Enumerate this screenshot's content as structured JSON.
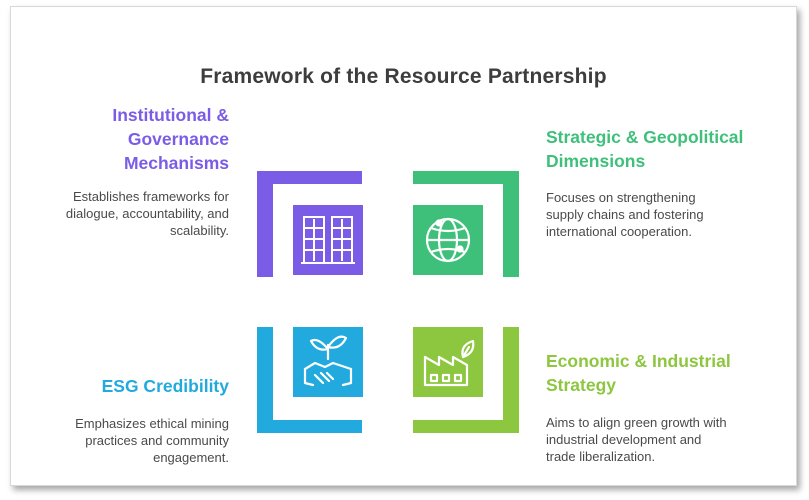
{
  "title": "Framework of the Resource Partnership",
  "quadrants": {
    "institutional": {
      "heading_lines": [
        "Institutional &",
        "Governance",
        "Mechanisms"
      ],
      "description_lines": [
        "Establishes frameworks for",
        "dialogue, accountability, and",
        "scalability."
      ],
      "color": "#7b5ce6",
      "icon": "building-icon"
    },
    "strategic": {
      "heading_lines": [
        "Strategic & Geopolitical",
        "Dimensions"
      ],
      "description_lines": [
        "Focuses on strengthening",
        "supply chains and fostering",
        "international cooperation."
      ],
      "color": "#3fc07a",
      "icon": "globe-icon"
    },
    "esg": {
      "heading_lines": [
        "ESG Credibility"
      ],
      "description_lines": [
        "Emphasizes ethical mining",
        "practices and community",
        "engagement."
      ],
      "color": "#22aadf",
      "icon": "handshake-plant-icon"
    },
    "economic": {
      "heading_lines": [
        "Economic & Industrial",
        "Strategy"
      ],
      "description_lines": [
        "Aims to align green growth with",
        "industrial development and",
        "trade liberalization."
      ],
      "color": "#8dc63f",
      "icon": "factory-leaf-icon"
    }
  }
}
